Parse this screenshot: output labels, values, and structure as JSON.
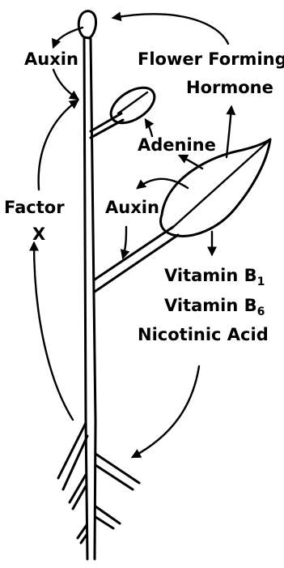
{
  "labels": {
    "auxin_top": "Auxin",
    "flower_line1": "Flower Forming",
    "flower_line2": "Hormone",
    "adenine": "Adenine",
    "factor_line1": "Factor",
    "factor_line2": "X",
    "auxin_mid": "Auxin",
    "vitamin_b1": "Vitamin B",
    "vitamin_b1_sub": "1",
    "vitamin_b6": "Vitamin B",
    "vitamin_b6_sub": "6",
    "nicotinic": "Nicotinic Acid"
  },
  "colors": {
    "ink": "#000000",
    "paper": "#ffffff"
  }
}
